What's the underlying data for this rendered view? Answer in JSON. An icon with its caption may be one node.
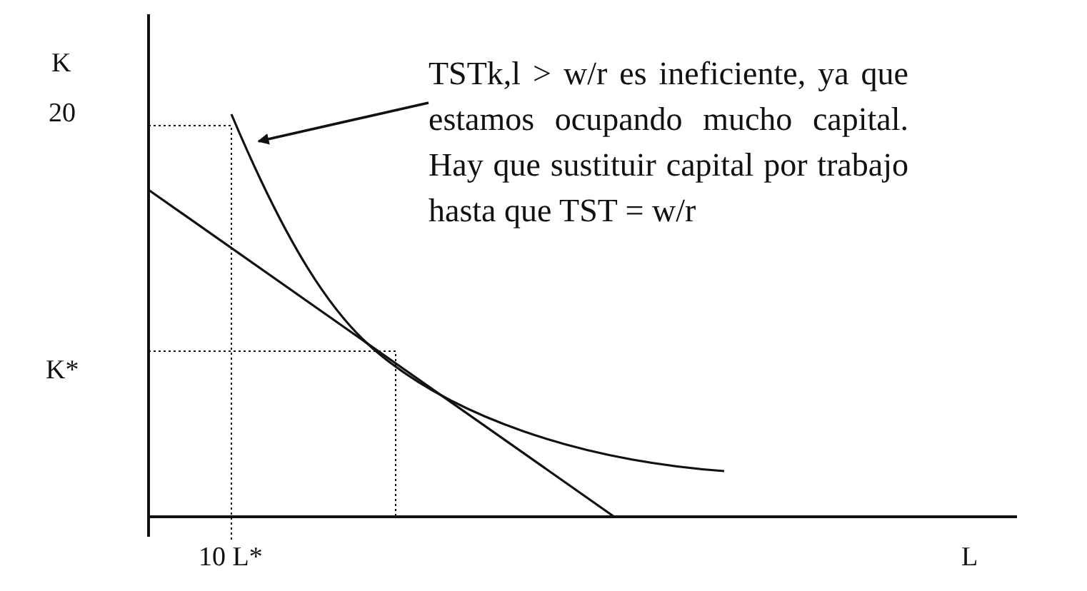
{
  "diagram": {
    "nodes": [
      {
        "text": [
          "TSTk,l > w/r es ineficiente, ya que estamos ocupando mucho capital. Hay que sustituir capital por trabajo hasta que TST = w/r"
        ]
      },
      {
        "text": [],
        "shape": "curve"
      }
    ],
    "edges": [
      {
        "from": 0,
        "to": 1,
        "arrow": "to"
      }
    ],
    "labels": [
      "K",
      "20",
      "K*",
      "10 L*",
      "L"
    ]
  }
}
